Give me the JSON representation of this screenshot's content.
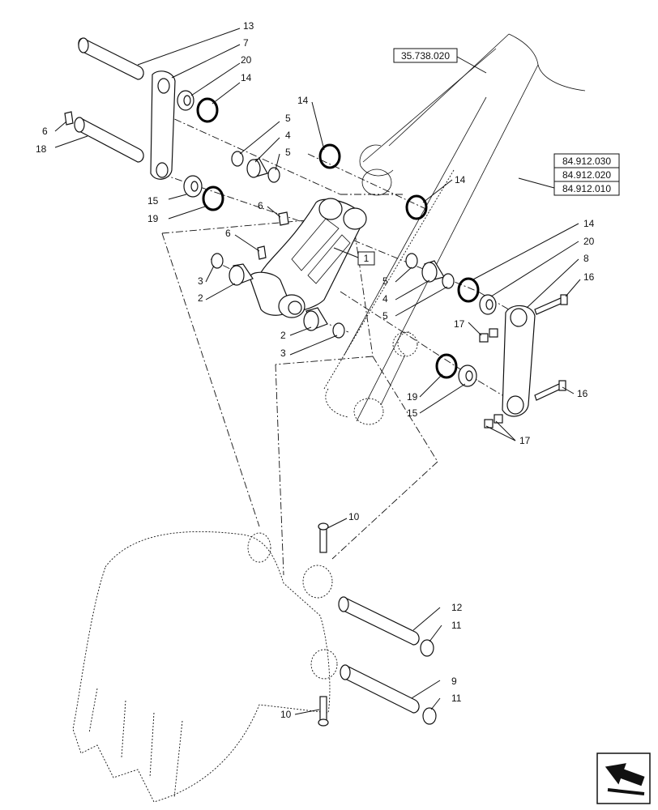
{
  "references": {
    "ref_top": "35.738.020",
    "ref_group": [
      "84.912.030",
      "84.912.020",
      "84.912.010"
    ]
  },
  "assembly_marker": "1",
  "callouts": {
    "c13": "13",
    "c7": "7",
    "c20a": "20",
    "c14a": "14",
    "c6a": "6",
    "c18": "18",
    "c15a": "15",
    "c19a": "19",
    "c14b": "14",
    "c5a": "5",
    "c4a": "4",
    "c5b": "5",
    "c14c": "14",
    "c6b": "6",
    "c6c": "6",
    "c3a": "3",
    "c2a": "2",
    "c2b": "2",
    "c3b": "3",
    "c5c": "5",
    "c4b": "4",
    "c5d": "5",
    "c14d": "14",
    "c20b": "20",
    "c8": "8",
    "c16a": "16",
    "c17a": "17",
    "c19b": "19",
    "c15b": "15",
    "c16b": "16",
    "c17b": "17",
    "c10a": "10",
    "c12": "12",
    "c11a": "11",
    "c9": "9",
    "c11b": "11",
    "c10b": "10"
  }
}
